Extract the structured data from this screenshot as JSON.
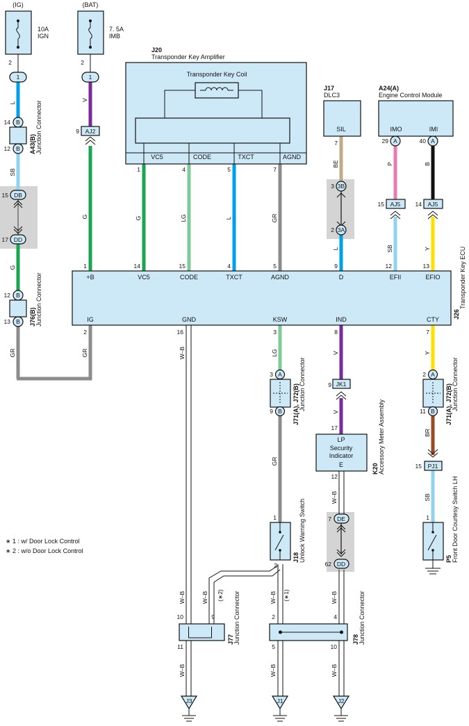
{
  "supply": {
    "ig": "(IG)",
    "bat": "(BAT)",
    "fuse_ig_rating": "10A",
    "fuse_ig_name": "IGN",
    "fuse_bat_rating": "7. 5A",
    "fuse_bat_name": "IMB"
  },
  "components": {
    "j20_code": "J20",
    "j20_name": "Transponder Key Amplifier",
    "coil": "Transponder Key Coil",
    "j17_code": "J17",
    "j17_name": "DLC3",
    "a24_code": "A24(A)",
    "a24_name": "Engine Control Module",
    "j26_code": "J26",
    "j26_name": "Transponder Key ECU",
    "a43_code": "A43(B)",
    "j76_code": "J76(B)",
    "j71_code": "J71(A), J72(B)",
    "junction_connector": "Junction Connector",
    "k20_code": "K20",
    "k20_name": "Accessory Meter Assembly",
    "security_line1": "Security",
    "security_line2": "Indicator",
    "j18_code": "J18",
    "j18_name": "Unlock Warning Switch",
    "p5_code": "P5",
    "p5_name": "Front Door Courtesy Switch LH",
    "j77_code": "J77",
    "j78_code": "J78"
  },
  "terminals": {
    "j20": [
      "VC5",
      "CODE",
      "TXCT",
      "AGND"
    ],
    "dlc3": "SIL",
    "ecm": [
      "IMO",
      "IMI"
    ],
    "ecu_top": [
      "+B",
      "VC5",
      "CODE",
      "TXCT",
      "AGND",
      "D",
      "EFII",
      "EFIO"
    ],
    "ecu_bottom": [
      "IG",
      "GND",
      "KSW",
      "IND",
      "CTY"
    ],
    "meter": [
      "LP",
      "E"
    ]
  },
  "connectors": {
    "c1": "1",
    "aj2": "AJ2",
    "b": "B",
    "a": "A",
    "db": "DB",
    "dd": "DD",
    "de": "DE",
    "c3b": "3B",
    "c3a": "3A",
    "aj5": "AJ5",
    "jk1": "JK1",
    "pj1": "PJ1",
    "j1": "J1",
    "j2": "J2",
    "j3": "J3"
  },
  "pins": {
    "p2": "2",
    "p14": "14",
    "p12": "12",
    "p15": "15",
    "p17": "17",
    "p13": "13",
    "p9": "9",
    "p1": "1",
    "p4": "4",
    "p5": "5",
    "p7": "7",
    "p3": "3",
    "p29": "29",
    "p40": "40",
    "p8": "8",
    "p16": "16",
    "p11": "11",
    "p10": "10",
    "p62": "62"
  },
  "wire_colors": {
    "L": "L",
    "V": "V",
    "SB": "SB",
    "G": "G",
    "GR": "GR",
    "LG": "LG",
    "BE": "BE",
    "P": "P",
    "B": "B",
    "Y": "Y",
    "BR": "BR",
    "WB": "W–B"
  },
  "notes": {
    "star1": "(∗1)",
    "star2": "(∗2)",
    "legend1": "∗ 1 : w/ Door Lock Control",
    "legend2": "∗ 2 : w/o Door Lock Control"
  },
  "colors": {
    "L": "#00a0e9",
    "V": "#7a2a9a",
    "SB": "#8fd3f0",
    "G": "#1aa550",
    "GR": "#8c8c8c",
    "LG": "#7ecb97",
    "BE": "#c2a98a",
    "P": "#ea7bb0",
    "B": "#111111",
    "Y": "#ffe100",
    "BR": "#9b4a25",
    "box": "#cde9f7"
  }
}
